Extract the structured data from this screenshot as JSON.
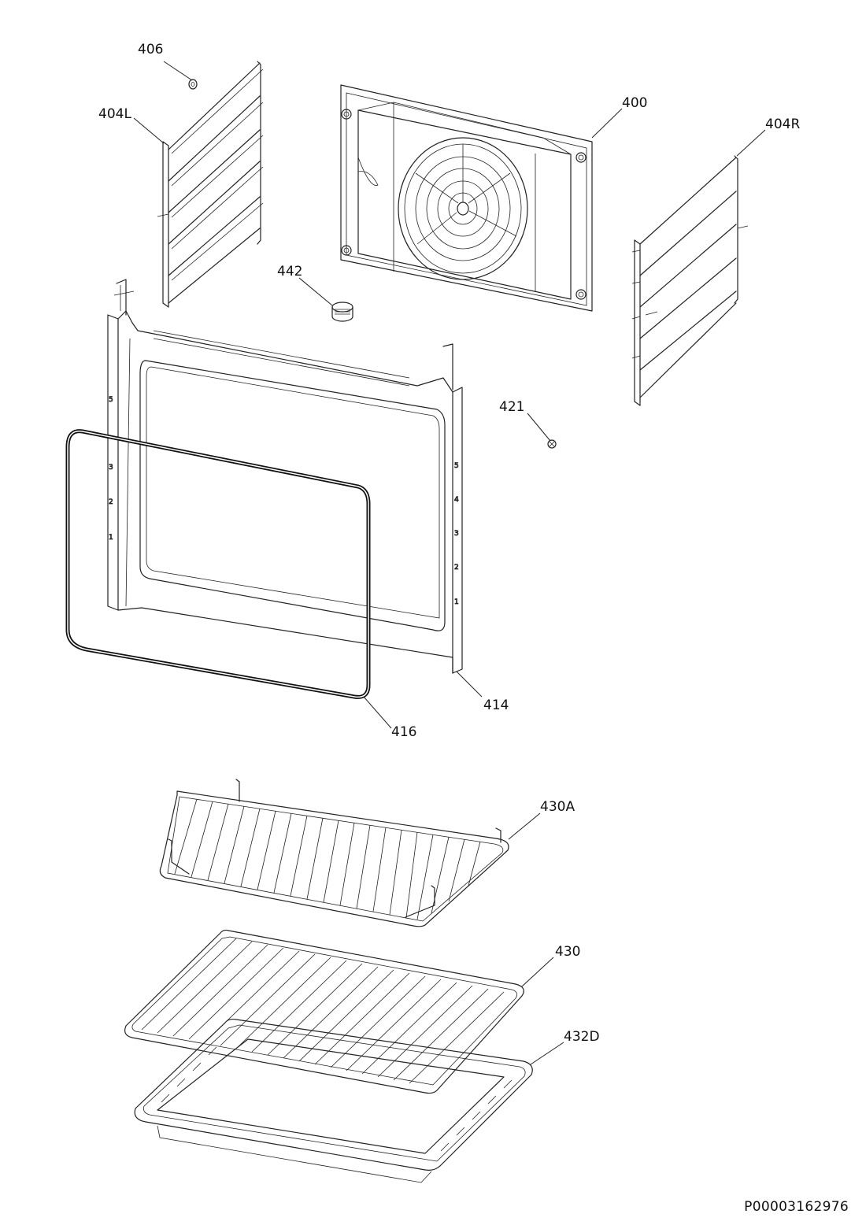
{
  "doc_ref": "P00003162976",
  "parts": [
    {
      "id": "406"
    },
    {
      "id": "404L"
    },
    {
      "id": "400"
    },
    {
      "id": "404R"
    },
    {
      "id": "442"
    },
    {
      "id": "421"
    },
    {
      "id": "414"
    },
    {
      "id": "416"
    },
    {
      "id": "430A"
    },
    {
      "id": "430"
    },
    {
      "id": "432D"
    }
  ]
}
